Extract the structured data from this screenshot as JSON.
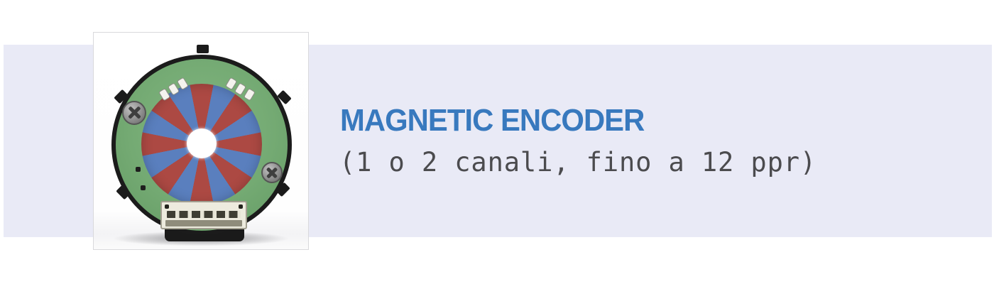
{
  "card": {
    "title": "MAGNETIC ENCODER",
    "subtitle": "(1 o 2 canali, fino a 12 ppr)",
    "image_alt": "magnetic-encoder-product-photo"
  },
  "colors": {
    "band": "#e9eaf6",
    "title": "#3879be",
    "subtitle": "#4b4b4e",
    "pcb_green": "#74aa73",
    "disk_red": "#ac4943",
    "disk_blue": "#5a7fbe",
    "rim": "#1b1b1b"
  }
}
